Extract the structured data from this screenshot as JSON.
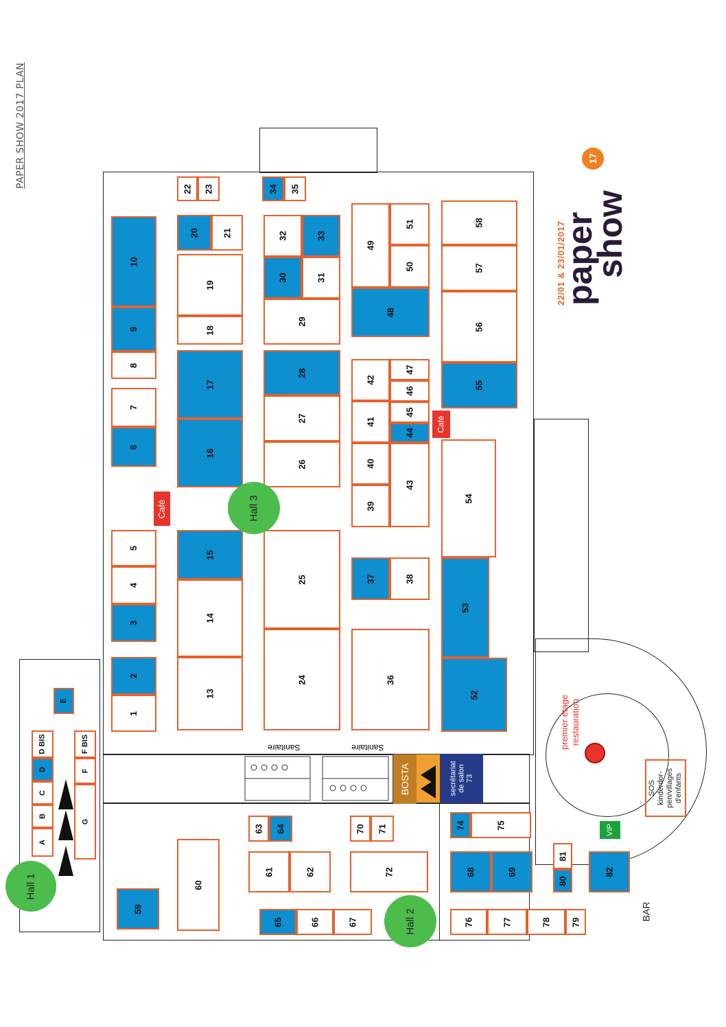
{
  "title": "PAPER SHOW 2017 PLAN",
  "colors": {
    "booth_border": "#e8602a",
    "booth_blue": "#0d8fd0",
    "hall": "#4cbc4c",
    "cafe": "#e8342b",
    "vip": "#1aa33a",
    "bosta": "#c98a2a",
    "secretariat": "#263a8a"
  },
  "booths": [
    {
      "label": "1",
      "blue": false
    },
    {
      "label": "2",
      "blue": true
    },
    {
      "label": "3",
      "blue": true
    },
    {
      "label": "4",
      "blue": false
    },
    {
      "label": "5",
      "blue": false
    },
    {
      "label": "6",
      "blue": true
    },
    {
      "label": "7",
      "blue": false
    },
    {
      "label": "8",
      "blue": false
    },
    {
      "label": "9",
      "blue": true
    },
    {
      "label": "10",
      "blue": true
    },
    {
      "label": "13",
      "blue": false
    },
    {
      "label": "14",
      "blue": false
    },
    {
      "label": "15",
      "blue": true
    },
    {
      "label": "16",
      "blue": true
    },
    {
      "label": "17",
      "blue": true
    },
    {
      "label": "18",
      "blue": false
    },
    {
      "label": "19",
      "blue": false
    },
    {
      "label": "20",
      "blue": true
    },
    {
      "label": "21",
      "blue": false
    },
    {
      "label": "22",
      "blue": false
    },
    {
      "label": "23",
      "blue": false
    },
    {
      "label": "24",
      "blue": false
    },
    {
      "label": "25",
      "blue": false
    },
    {
      "label": "26",
      "blue": false
    },
    {
      "label": "27",
      "blue": false
    },
    {
      "label": "28",
      "blue": true
    },
    {
      "label": "29",
      "blue": false
    },
    {
      "label": "30",
      "blue": true
    },
    {
      "label": "31",
      "blue": false
    },
    {
      "label": "32",
      "blue": false
    },
    {
      "label": "33",
      "blue": true
    },
    {
      "label": "34",
      "blue": true
    },
    {
      "label": "35",
      "blue": false
    },
    {
      "label": "36",
      "blue": false
    },
    {
      "label": "37",
      "blue": true
    },
    {
      "label": "38",
      "blue": false
    },
    {
      "label": "39",
      "blue": false
    },
    {
      "label": "40",
      "blue": false
    },
    {
      "label": "41",
      "blue": false
    },
    {
      "label": "42",
      "blue": false
    },
    {
      "label": "43",
      "blue": false
    },
    {
      "label": "44",
      "blue": true
    },
    {
      "label": "45",
      "blue": false
    },
    {
      "label": "46",
      "blue": false
    },
    {
      "label": "47",
      "blue": false
    },
    {
      "label": "48",
      "blue": true
    },
    {
      "label": "49",
      "blue": false
    },
    {
      "label": "50",
      "blue": false
    },
    {
      "label": "51",
      "blue": false
    },
    {
      "label": "52",
      "blue": true
    },
    {
      "label": "53",
      "blue": true
    },
    {
      "label": "54",
      "blue": false
    },
    {
      "label": "55",
      "blue": true
    },
    {
      "label": "56",
      "blue": false
    },
    {
      "label": "57",
      "blue": false
    },
    {
      "label": "58",
      "blue": false
    },
    {
      "label": "59",
      "blue": true
    },
    {
      "label": "60",
      "blue": false
    },
    {
      "label": "61",
      "blue": false
    },
    {
      "label": "62",
      "blue": false
    },
    {
      "label": "63",
      "blue": false
    },
    {
      "label": "64",
      "blue": true
    },
    {
      "label": "65",
      "blue": true
    },
    {
      "label": "66",
      "blue": false
    },
    {
      "label": "67",
      "blue": false
    },
    {
      "label": "68",
      "blue": true
    },
    {
      "label": "69",
      "blue": true
    },
    {
      "label": "70",
      "blue": false
    },
    {
      "label": "71",
      "blue": false
    },
    {
      "label": "72",
      "blue": false
    },
    {
      "label": "74",
      "blue": true
    },
    {
      "label": "75",
      "blue": false
    },
    {
      "label": "76",
      "blue": false
    },
    {
      "label": "77",
      "blue": false
    },
    {
      "label": "78",
      "blue": false
    },
    {
      "label": "79",
      "blue": false
    },
    {
      "label": "80",
      "blue": true
    },
    {
      "label": "81",
      "blue": false
    },
    {
      "label": "82",
      "blue": true
    },
    {
      "label": "A",
      "blue": false
    },
    {
      "label": "B",
      "blue": false
    },
    {
      "label": "C",
      "blue": false
    },
    {
      "label": "D",
      "blue": true
    },
    {
      "label": "D BIS",
      "blue": false
    },
    {
      "label": "E",
      "blue": true
    },
    {
      "label": "F",
      "blue": false
    },
    {
      "label": "F BIS",
      "blue": false
    },
    {
      "label": "G",
      "blue": false
    }
  ],
  "labels": {
    "cafe": "Café",
    "hall1": "Hall 1",
    "hall2": "Hall 2",
    "hall3": "Hall 3",
    "sanitaire": "Sanitaire",
    "bosta": "BOSTA",
    "secretariat_line1": "secrétariat",
    "secretariat_line2": "de salon",
    "secretariat_line3": "73",
    "restauration_line1": "premier étage",
    "restauration_line2": "restauration",
    "sos_line1": "SOS",
    "sos_line2": "kinderdor-",
    "sos_line3": "pen/villages",
    "sos_line4": "d'enfants",
    "vip": "VIP",
    "bar": "BAR"
  },
  "logo": {
    "word1": "paper",
    "word2": "show",
    "badge": "17",
    "dates": "22/01 & 23/01/2017"
  }
}
